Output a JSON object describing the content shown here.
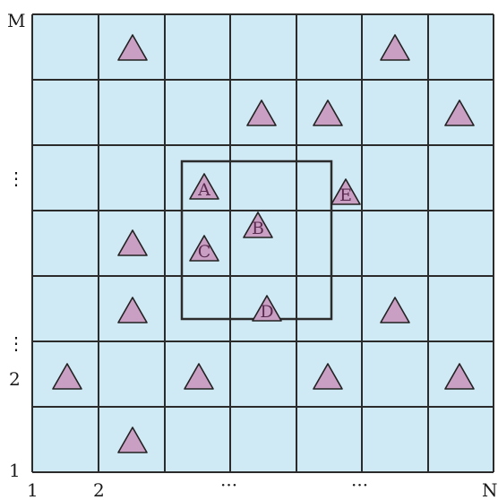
{
  "grid": {
    "rows": 7,
    "cols": 7,
    "cell_fill": "#cfe9f5",
    "line_color": "#2b2b2b"
  },
  "labels": {
    "y_top": "M",
    "y_dots": "⋮",
    "y_dots_lower": "⋮",
    "y_2": "2",
    "y_1": "1",
    "x_1": "1",
    "x_2": "2",
    "x_dots_a": "···",
    "x_dots_b": "···",
    "x_right": "N"
  },
  "triangle_color": "#c9a0c4",
  "triangles": [
    {
      "id": "t-r1-c2",
      "label": ""
    },
    {
      "id": "t-r1-c6",
      "label": ""
    },
    {
      "id": "t-r2-c4",
      "label": ""
    },
    {
      "id": "t-r2-c5",
      "label": ""
    },
    {
      "id": "t-r2-c7",
      "label": ""
    },
    {
      "id": "t-A",
      "label": "A"
    },
    {
      "id": "t-E",
      "label": "E"
    },
    {
      "id": "t-B",
      "label": "B"
    },
    {
      "id": "t-C",
      "label": "C"
    },
    {
      "id": "t-r4-c2",
      "label": ""
    },
    {
      "id": "t-r5-c2",
      "label": ""
    },
    {
      "id": "t-D",
      "label": "D"
    },
    {
      "id": "t-r5-c6",
      "label": ""
    },
    {
      "id": "t-r6-c1",
      "label": ""
    },
    {
      "id": "t-r6-c3",
      "label": ""
    },
    {
      "id": "t-r6-c5",
      "label": ""
    },
    {
      "id": "t-r6-c7",
      "label": ""
    },
    {
      "id": "t-r7-c2",
      "label": ""
    }
  ]
}
